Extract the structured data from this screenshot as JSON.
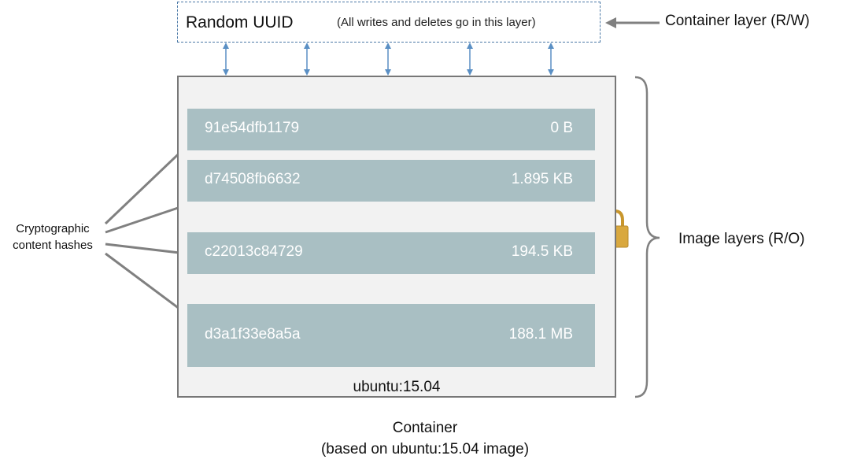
{
  "container_layer": {
    "uuid_label": "Random UUID",
    "note": "(All writes and deletes go in this layer)",
    "side_label": "Container layer (R/W)"
  },
  "image_layers": {
    "side_label": "Image layers (R/O)",
    "layers": [
      {
        "hash": "91e54dfb1179",
        "size": "0 B"
      },
      {
        "hash": "d74508fb6632",
        "size": "1.895 KB"
      },
      {
        "hash": "c22013c84729",
        "size": "194.5 KB"
      },
      {
        "hash": "d3a1f33e8a5a",
        "size": "188.1 MB"
      }
    ],
    "base_image": "ubuntu:15.04"
  },
  "hash_annotation": {
    "line1": "Cryptographic",
    "line2": "content hashes"
  },
  "caption": {
    "line1": "Container",
    "line2": "(based on ubuntu:15.04 image)"
  },
  "colors": {
    "layer_fill": "#a9bfc3",
    "dashed_border": "#4a78a6",
    "arrow_blue": "#5a8fc4",
    "lock_gold": "#d9a83e"
  },
  "icons": [
    "lock-icon",
    "curly-brace-icon"
  ]
}
